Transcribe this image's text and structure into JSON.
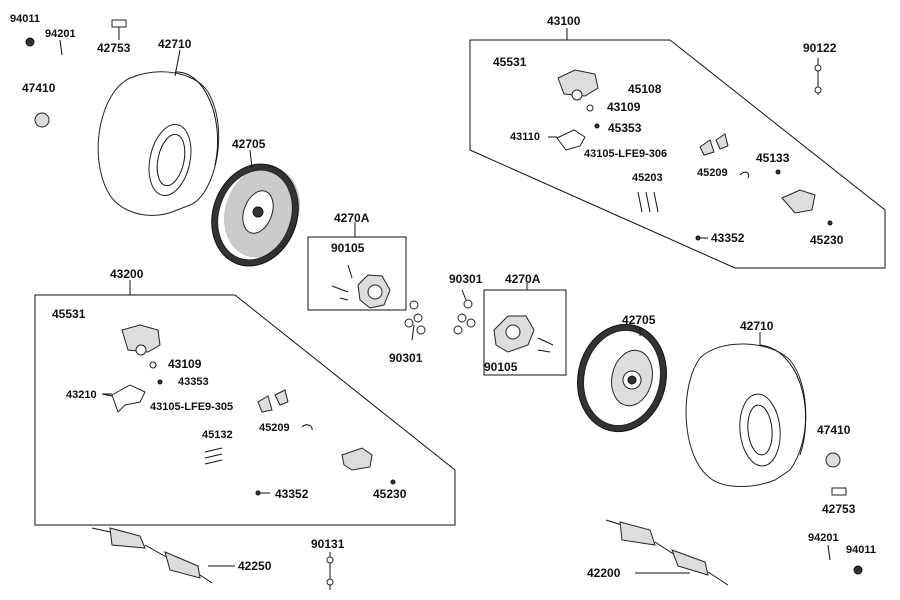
{
  "labels": {
    "p94011_tl": "94011",
    "p94201_tl": "94201",
    "p42753_tl": "42753",
    "p42710_tl": "42710",
    "p47410_tl": "47410",
    "p42705_tl": "42705",
    "p4270A_l": "4270A",
    "p90105_l": "90105",
    "p90301_l": "90301",
    "p43200": "43200",
    "p45531_l": "45531",
    "p43109_l": "43109",
    "p43353_l": "43353",
    "p43210": "43210",
    "p43105_305": "43105-LFE9-305",
    "p45132": "45132",
    "p45209_l": "45209",
    "p43352_l": "43352",
    "p45230_l": "45230",
    "p42250": "42250",
    "p90131": "90131",
    "p43100": "43100",
    "p45531_r": "45531",
    "p45108": "45108",
    "p43109_r": "43109",
    "p43110": "43110",
    "p45353": "45353",
    "p43105_306": "43105-LFE9-306",
    "p45203": "45203",
    "p45209_r": "45209",
    "p45133": "45133",
    "p43352_r": "43352",
    "p45230_r": "45230",
    "p90122": "90122",
    "p90301_r": "90301",
    "p4270A_r": "4270A",
    "p90105_r": "90105",
    "p42705_r": "42705",
    "p42710_r": "42710",
    "p47410_r": "47410",
    "p42753_r": "42753",
    "p94201_r": "94201",
    "p94011_r": "94011",
    "p42200": "42200"
  }
}
